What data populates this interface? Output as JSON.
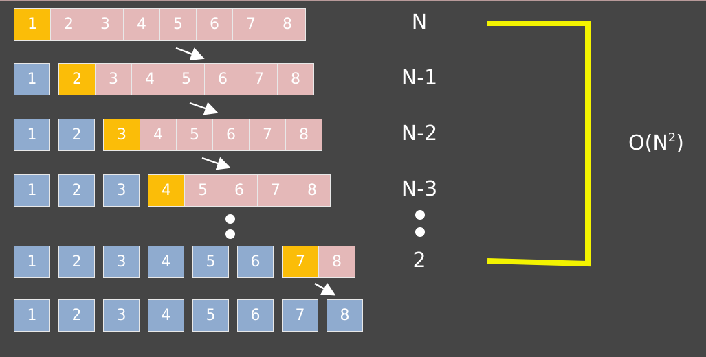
{
  "rows": [
    {
      "sorted": [],
      "current": "1",
      "rest": [
        "2",
        "3",
        "4",
        "5",
        "6",
        "7",
        "8"
      ],
      "label": "N"
    },
    {
      "sorted": [
        "1"
      ],
      "current": "2",
      "rest": [
        "3",
        "4",
        "5",
        "6",
        "7",
        "8"
      ],
      "label": "N-1"
    },
    {
      "sorted": [
        "1",
        "2"
      ],
      "current": "3",
      "rest": [
        "4",
        "5",
        "6",
        "7",
        "8"
      ],
      "label": "N-2"
    },
    {
      "sorted": [
        "1",
        "2",
        "3"
      ],
      "current": "4",
      "rest": [
        "5",
        "6",
        "7",
        "8"
      ],
      "label": "N-3"
    },
    {
      "sorted": [
        "1",
        "2",
        "3",
        "4",
        "5",
        "6"
      ],
      "current": "7",
      "rest": [
        "8"
      ],
      "label": "2"
    },
    {
      "sorted": [
        "1",
        "2",
        "3",
        "4",
        "5",
        "6",
        "7",
        "8"
      ],
      "current": null,
      "rest": [],
      "label": ""
    }
  ],
  "complexity": {
    "base": "O(N",
    "exponent": "2",
    "close": ")"
  },
  "colors": {
    "background": "#454545",
    "sorted": "#8fabcf",
    "unsorted": "#e4b8b8",
    "current": "#fbbd08",
    "bracket": "#f3f300",
    "arrow": "#ffffff"
  }
}
